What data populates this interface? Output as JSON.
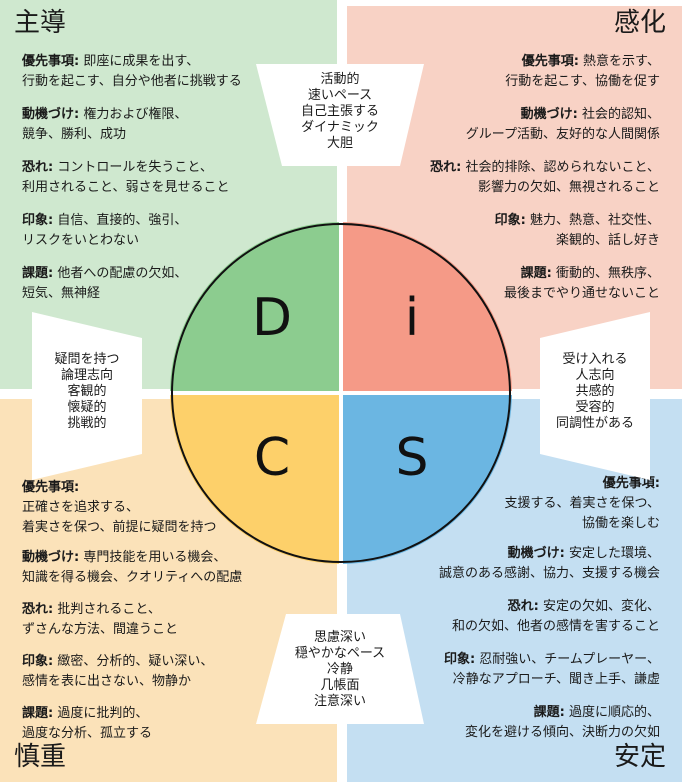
{
  "quadrants": {
    "d": {
      "title": "主導",
      "letter": "D",
      "color": "#8ccc8f",
      "items": [
        {
          "label": "優先事項:",
          "lines": [
            "即座に成果を出す、",
            "行動を起こす、自分や他者に挑戦する"
          ]
        },
        {
          "label": "動機づけ:",
          "lines": [
            "権力および権限、",
            "競争、勝利、成功"
          ]
        },
        {
          "label": "恐れ:",
          "lines": [
            "コントロールを失うこと、",
            "利用されること、弱さを見せること"
          ]
        },
        {
          "label": "印象:",
          "lines": [
            "自信、直接的、強引、",
            "リスクをいとわない"
          ]
        },
        {
          "label": "課題:",
          "lines": [
            "他者への配慮の欠如、",
            "短気、無神経"
          ]
        }
      ]
    },
    "i": {
      "title": "感化",
      "letter": "i",
      "color": "#f59a87",
      "items": [
        {
          "label": "優先事項:",
          "lines": [
            "熱意を示す、",
            "行動を起こす、協働を促す"
          ]
        },
        {
          "label": "動機づけ:",
          "lines": [
            "社会的認知、",
            "グループ活動、友好的な人間関係"
          ]
        },
        {
          "label": "恐れ:",
          "lines": [
            "社会的排除、認められないこと、",
            "影響力の欠如、無視されること"
          ]
        },
        {
          "label": "印象:",
          "lines": [
            "魅力、熱意、社交性、",
            "楽観的、話し好き"
          ]
        },
        {
          "label": "課題:",
          "lines": [
            "衝動的、無秩序、",
            "最後までやり通せないこと"
          ]
        }
      ]
    },
    "c": {
      "title": "慎重",
      "letter": "C",
      "color": "#fdd06a",
      "items": [
        {
          "label": "優先事項:",
          "lines": [
            "正確さを追求する、",
            "着実さを保つ、前提に疑問を持つ"
          ]
        },
        {
          "label": "動機づけ:",
          "lines": [
            "専門技能を用いる機会、",
            "知識を得る機会、クオリティへの配慮"
          ]
        },
        {
          "label": "恐れ:",
          "lines": [
            "批判されること、",
            "ずさんな方法、間違うこと"
          ]
        },
        {
          "label": "印象:",
          "lines": [
            "緻密、分析的、疑い深い、",
            "感情を表に出さない、物静か"
          ]
        },
        {
          "label": "課題:",
          "lines": [
            "過度に批判的、",
            "過度な分析、孤立する"
          ]
        }
      ]
    },
    "s": {
      "title": "安定",
      "letter": "S",
      "color": "#6bb6e2",
      "items": [
        {
          "label": "優先事項:",
          "lines": [
            "支援する、着実さを保つ、",
            "協働を楽しむ"
          ]
        },
        {
          "label": "動機づけ:",
          "lines": [
            "安定した環境、",
            "誠意のある感謝、協力、支援する機会"
          ]
        },
        {
          "label": "恐れ:",
          "lines": [
            "安定の欠如、変化、",
            "和の欠如、他者の感情を害すること"
          ]
        },
        {
          "label": "印象:",
          "lines": [
            "忍耐強い、チームプレーヤー、",
            "冷静なアプローチ、聞き上手、謙虚"
          ]
        },
        {
          "label": "課題:",
          "lines": [
            "過度に順応的、",
            "変化を避ける傾向、決断力の欠如"
          ]
        }
      ]
    }
  },
  "traits": {
    "top": [
      "活動的",
      "速いペース",
      "自己主張する",
      "ダイナミック",
      "大胆"
    ],
    "left": [
      "疑問を持つ",
      "論理志向",
      "客観的",
      "懐疑的",
      "挑戦的"
    ],
    "right": [
      "受け入れる",
      "人志向",
      "共感的",
      "受容的",
      "同調性がある"
    ],
    "bottom": [
      "思慮深い",
      "穏やかなペース",
      "冷静",
      "几帳面",
      "注意深い"
    ]
  }
}
